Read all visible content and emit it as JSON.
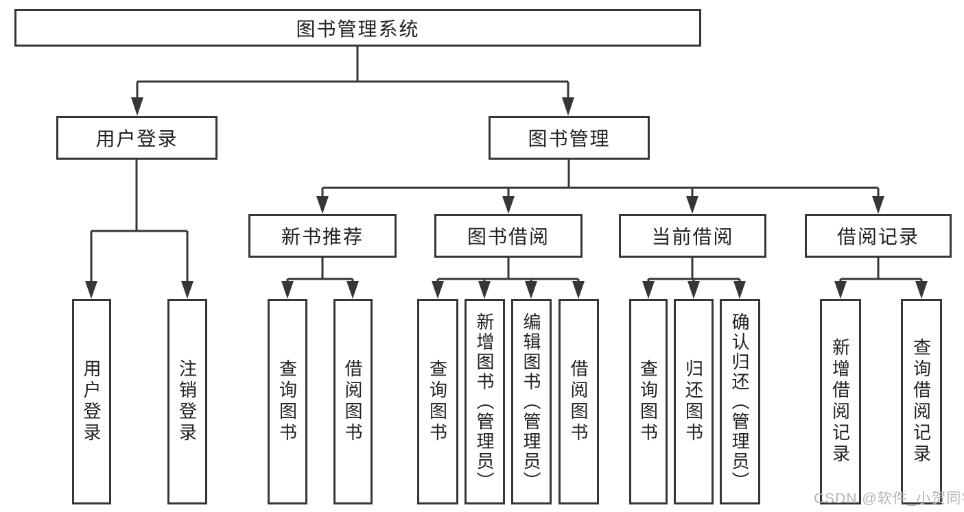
{
  "diagram_title": "图书管理系统",
  "tree": {
    "label": "图书管理系统",
    "children": [
      {
        "label": "用户登录",
        "children": [
          {
            "label": "用户登录"
          },
          {
            "label": "注销登录"
          }
        ]
      },
      {
        "label": "图书管理",
        "children": [
          {
            "label": "新书推荐",
            "children": [
              {
                "label": "查询图书"
              },
              {
                "label": "借阅图书"
              }
            ]
          },
          {
            "label": "图书借阅",
            "children": [
              {
                "label": "查询图书"
              },
              {
                "label": "新增图书（管理员）"
              },
              {
                "label": "编辑图书（管理员）"
              },
              {
                "label": "借阅图书"
              }
            ]
          },
          {
            "label": "当前借阅",
            "children": [
              {
                "label": "查询图书"
              },
              {
                "label": "归还图书"
              },
              {
                "label": "确认归还（管理员）"
              }
            ]
          },
          {
            "label": "借阅记录",
            "children": [
              {
                "label": "新增借阅记录"
              },
              {
                "label": "查询借阅记录"
              }
            ]
          }
        ]
      }
    ]
  },
  "watermark": {
    "text": "CSDN @软件_小贺同学",
    "color": "#b5b5b5"
  },
  "colors": {
    "line": "#363636",
    "box_border": "#363636",
    "box_fill": "#ffffff",
    "text": "#1f1f1f",
    "background": "#ffffff"
  }
}
